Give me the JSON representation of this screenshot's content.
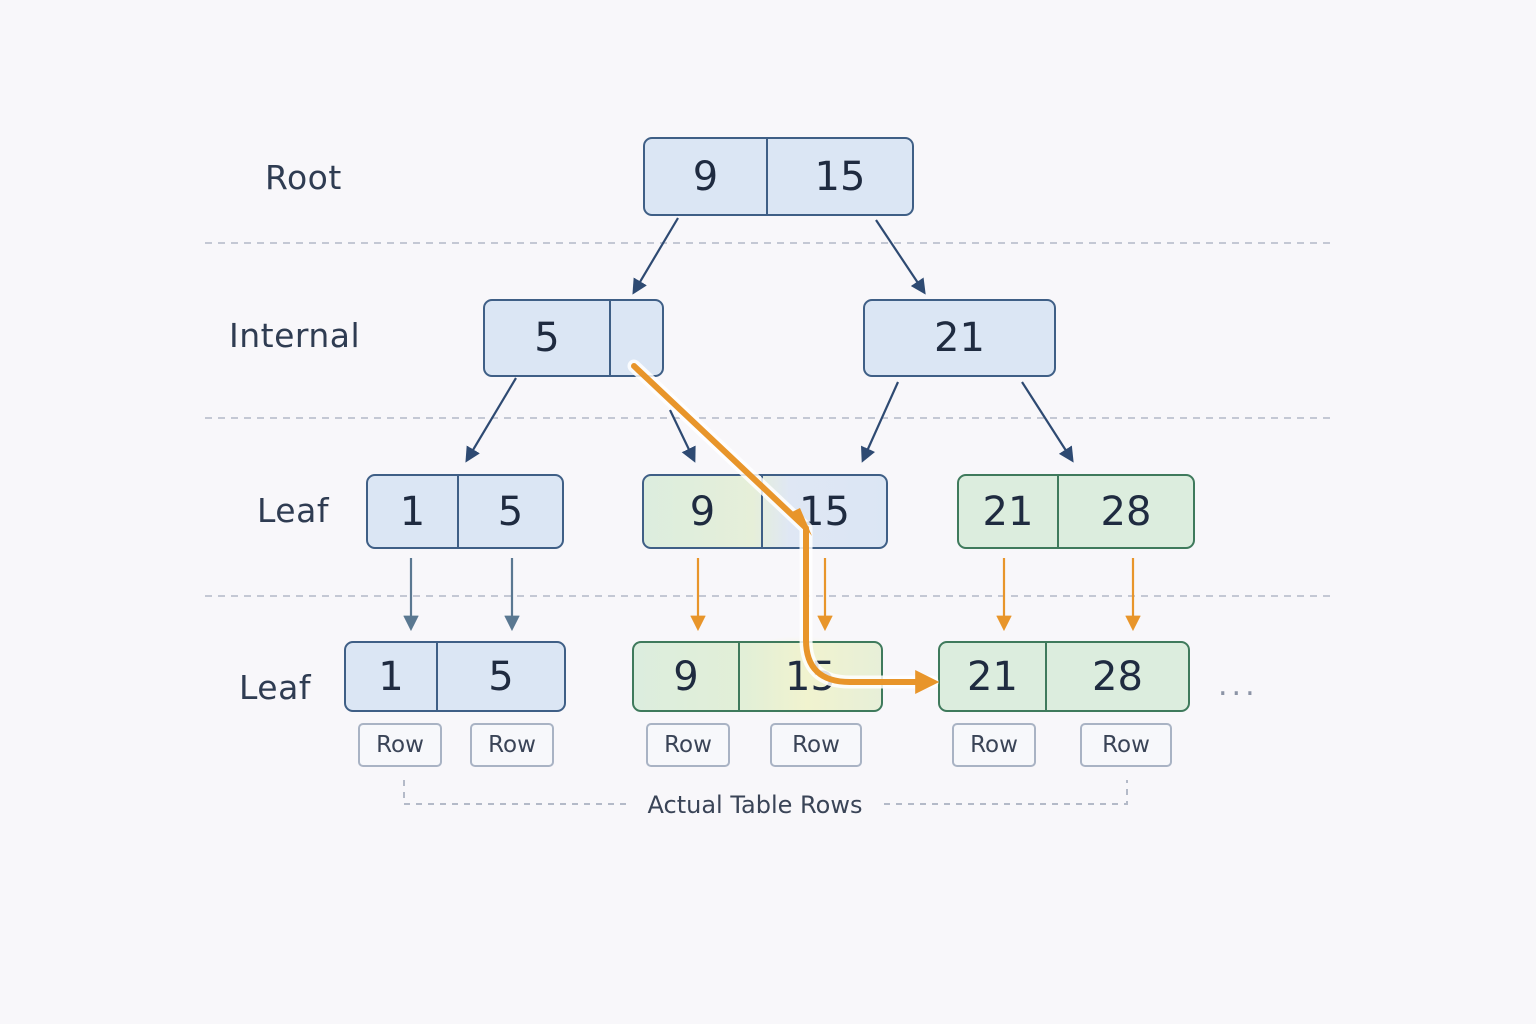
{
  "levels": {
    "root": "Root",
    "internal": "Internal",
    "leaf1": "Leaf",
    "leaf2": "Leaf"
  },
  "root_node": {
    "keys": [
      "9",
      "15"
    ]
  },
  "internal_left": {
    "keys": [
      "5",
      ""
    ]
  },
  "internal_right": {
    "keys": [
      "21"
    ]
  },
  "leaf_upper": [
    {
      "keys": [
        "1",
        "5"
      ]
    },
    {
      "keys": [
        "9",
        "15"
      ]
    },
    {
      "keys": [
        "21",
        "28"
      ]
    }
  ],
  "leaf_lower": [
    {
      "keys": [
        "1",
        "5"
      ]
    },
    {
      "keys": [
        "9",
        "15"
      ]
    },
    {
      "keys": [
        "21",
        "28"
      ]
    }
  ],
  "rows": [
    "Row",
    "Row",
    "Row",
    "Row",
    "Row",
    "Row"
  ],
  "caption": "Actual Table Rows",
  "ellipsis": "...",
  "colors": {
    "node_blue": "#dbe6f4",
    "node_green": "#dcedde",
    "arrow_dark": "#2e4a72",
    "arrow_orange": "#e8952a",
    "arrow_slate": "#5a7891"
  }
}
